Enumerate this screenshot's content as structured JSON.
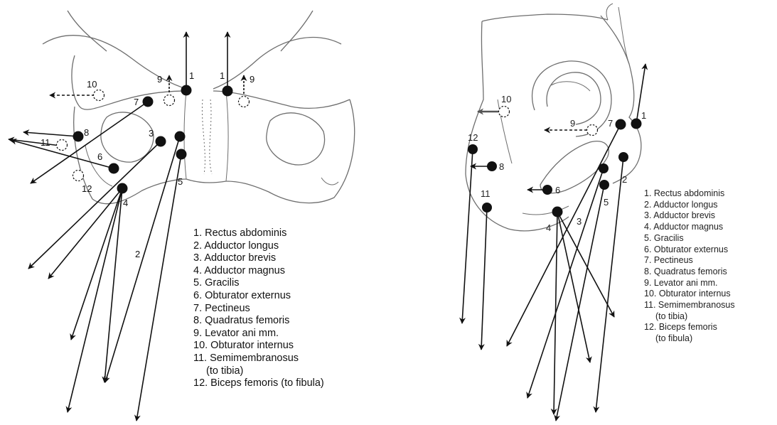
{
  "diagram": {
    "legend_items": [
      {
        "label": "1. Rectus abdominis"
      },
      {
        "label": "2. Adductor longus"
      },
      {
        "label": "3. Adductor brevis"
      },
      {
        "label": "4. Adductor magnus"
      },
      {
        "label": "5. Gracilis"
      },
      {
        "label": "6. Obturator externus"
      },
      {
        "label": "7. Pectineus"
      },
      {
        "label": "8. Quadratus femoris"
      },
      {
        "label": "9. Levator ani mm."
      },
      {
        "label": "10. Obturator internus"
      },
      {
        "label": "11. Semimembranosus",
        "cont": "(to tibia)"
      },
      {
        "label": "12. Biceps femoris (to fibula)"
      }
    ],
    "legend_items_right": [
      {
        "label": "1. Rectus abdominis"
      },
      {
        "label": "2. Adductor longus"
      },
      {
        "label": "3. Adductor brevis"
      },
      {
        "label": "4. Adductor magnus"
      },
      {
        "label": "5. Gracilis"
      },
      {
        "label": "6. Obturator externus"
      },
      {
        "label": "7. Pectineus"
      },
      {
        "label": "8. Quadratus femoris"
      },
      {
        "label": "9. Levator ani mm."
      },
      {
        "label": "10. Obturator internus"
      },
      {
        "label": "11. Semimembranosus",
        "cont": "(to tibia)"
      },
      {
        "label": "12. Biceps femoris",
        "cont": "(to fibula)"
      }
    ],
    "left_view_numbers": [
      "1",
      "1",
      "9",
      "9",
      "10",
      "7",
      "8",
      "3",
      "11",
      "6",
      "12",
      "4",
      "5",
      "2"
    ],
    "right_view_numbers": [
      "1",
      "7",
      "9",
      "10",
      "12",
      "8",
      "11",
      "6",
      "4",
      "3",
      "5",
      "2"
    ],
    "colors": {
      "ink": "#111111",
      "bone": "#6e6e6e",
      "background": "#ffffff"
    }
  }
}
